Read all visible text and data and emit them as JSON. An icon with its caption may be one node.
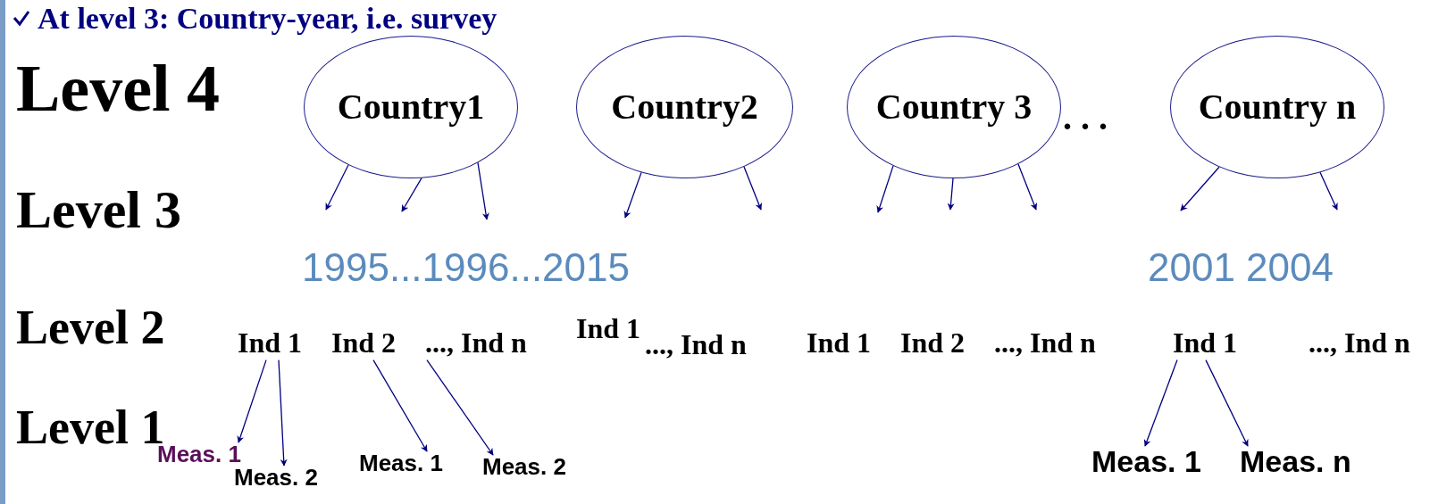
{
  "diagram": {
    "title": "At level 3: Country-year, i.e. survey",
    "nodes": [
      {
        "text": [
          "Country1"
        ]
      },
      {
        "text": [
          "Country2"
        ]
      },
      {
        "text": [
          "Country 3"
        ]
      },
      {
        "text": [
          "Country n"
        ]
      },
      {
        "text": [
          "Ind 1"
        ]
      },
      {
        "text": [
          "Ind 2"
        ]
      },
      {
        "text": [
          "..., Ind n"
        ]
      },
      {
        "text": [
          "Ind 1"
        ]
      },
      {
        "text": [
          "..., Ind n"
        ]
      },
      {
        "text": [
          "Ind 1"
        ]
      },
      {
        "text": [
          "Ind 2"
        ]
      },
      {
        "text": [
          "..., Ind n"
        ]
      },
      {
        "text": [
          "Ind 1"
        ]
      },
      {
        "text": [
          "..., Ind n"
        ]
      },
      {
        "text": [
          "Meas. 1"
        ]
      },
      {
        "text": [
          "Meas. 2"
        ]
      },
      {
        "text": [
          "Meas. 1"
        ]
      },
      {
        "text": [
          "Meas. 2"
        ]
      },
      {
        "text": [
          "Meas. 1"
        ]
      },
      {
        "text": [
          "Meas. n"
        ]
      }
    ],
    "edges": [
      {
        "from": 0,
        "to": null,
        "arrow": "to"
      },
      {
        "from": 0,
        "to": null,
        "arrow": "to"
      },
      {
        "from": 0,
        "to": null,
        "arrow": "to"
      },
      {
        "from": 1,
        "to": null,
        "arrow": "to"
      },
      {
        "from": 1,
        "to": null,
        "arrow": "to"
      },
      {
        "from": 2,
        "to": null,
        "arrow": "to"
      },
      {
        "from": 2,
        "to": null,
        "arrow": "to"
      },
      {
        "from": 2,
        "to": null,
        "arrow": "to"
      },
      {
        "from": 3,
        "to": null,
        "arrow": "to"
      },
      {
        "from": 3,
        "to": null,
        "arrow": "to"
      },
      {
        "from": 4,
        "to": 14,
        "arrow": "to"
      },
      {
        "from": 4,
        "to": 15,
        "arrow": "to"
      },
      {
        "from": 5,
        "to": 16,
        "arrow": "to"
      },
      {
        "from": 6,
        "to": 17,
        "arrow": "to"
      },
      {
        "from": 12,
        "to": 18,
        "arrow": "to"
      },
      {
        "from": 12,
        "to": 19,
        "arrow": "to"
      }
    ],
    "labels": [
      "Level 4",
      ". . .",
      "Level 3",
      "1995...1996...2015",
      "2001 2004",
      "Level 2",
      "Level 1"
    ]
  }
}
